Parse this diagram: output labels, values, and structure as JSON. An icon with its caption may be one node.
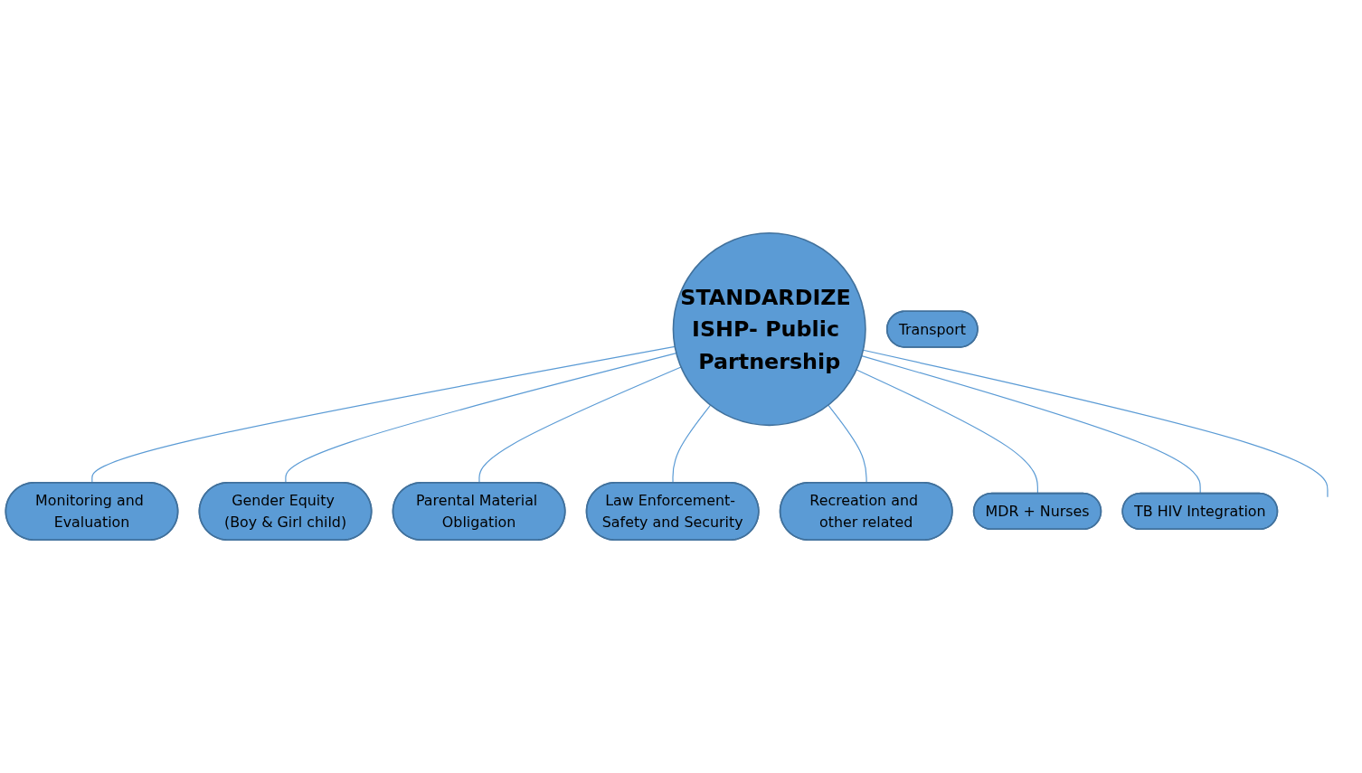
{
  "diagram": {
    "nodes": [
      {
        "text": [
          "Monitoring and Evaluation"
        ]
      },
      {
        "text": [
          "Gender Equity (Boy & Girl child)"
        ]
      },
      {
        "text": [
          "Parental Material Obligation"
        ]
      },
      {
        "text": [
          "Law Enforcement- Safety and Security"
        ]
      },
      {
        "text": [
          "Recreation and other related"
        ]
      },
      {
        "text": [
          "MDR + Nurses"
        ]
      },
      {
        "text": [
          "STANDARDIZE ISHP- Public Partnership"
        ]
      },
      {
        "text": [
          "TB HIV Integration"
        ]
      },
      {
        "text": [
          "Transport"
        ]
      }
    ],
    "edges": [
      {
        "from": 6,
        "to": 0,
        "arrow": "none"
      },
      {
        "from": 6,
        "to": 1,
        "arrow": "none"
      },
      {
        "from": 6,
        "to": 2,
        "arrow": "none"
      },
      {
        "from": 6,
        "to": 3,
        "arrow": "none"
      },
      {
        "from": 6,
        "to": 4,
        "arrow": "none"
      },
      {
        "from": 6,
        "to": 5,
        "arrow": "none"
      },
      {
        "from": 6,
        "to": 7,
        "arrow": "none"
      },
      {
        "from": 6,
        "to": null,
        "arrow": "none"
      }
    ]
  }
}
